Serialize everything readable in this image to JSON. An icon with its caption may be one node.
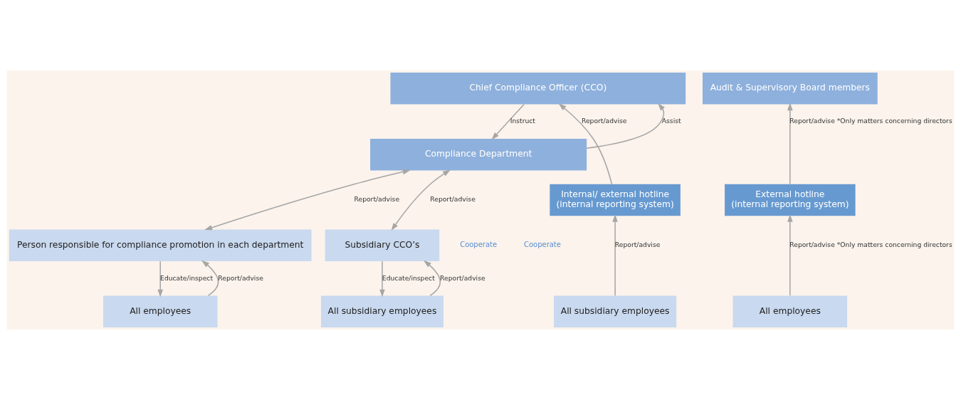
{
  "diagram": {
    "nodes": [
      {
        "text": [
          "Chief Compliance Officer (CCO)"
        ]
      },
      {
        "text": [
          "Audit & Supervisory Board members"
        ]
      },
      {
        "text": [
          "Compliance Department"
        ]
      },
      {
        "text": [
          "Internal/ external hotline",
          "(internal reporting system)"
        ]
      },
      {
        "text": [
          "External hotline",
          "(internal reporting system)"
        ]
      },
      {
        "text": [
          "Person responsible for compliance promotion in each department"
        ]
      },
      {
        "text": [
          "Subsidiary CCO’s"
        ]
      },
      {
        "text": [
          "All employees"
        ]
      },
      {
        "text": [
          "All subsidiary employees"
        ]
      },
      {
        "text": [
          "All subsidiary employees"
        ]
      },
      {
        "text": [
          "All employees"
        ]
      }
    ],
    "edges": [
      {
        "from": 2,
        "to": 0,
        "arrow": "to",
        "label": "Assist"
      },
      {
        "from": 0,
        "to": 2,
        "arrow": "to",
        "label": "Instruct"
      },
      {
        "from": 3,
        "to": 0,
        "arrow": "to",
        "label": "Report/advise"
      },
      {
        "from": 4,
        "to": 1,
        "arrow": "to",
        "label": "Report/advise *Only matters concerning directors"
      },
      {
        "from": 2,
        "to": 5,
        "arrow": "both",
        "label": "Report/advise"
      },
      {
        "from": 2,
        "to": 6,
        "arrow": "both",
        "label": "Report/advise"
      },
      {
        "from": 7,
        "to": 5,
        "arrow": "to",
        "label": "Report/advise"
      },
      {
        "from": 5,
        "to": 7,
        "arrow": "to",
        "label": "Educate/inspect"
      },
      {
        "from": 8,
        "to": 6,
        "arrow": "to",
        "label": "Report/advise"
      },
      {
        "from": 6,
        "to": 8,
        "arrow": "to",
        "label": "Educate/inspect"
      },
      {
        "from": 9,
        "to": 3,
        "arrow": "to",
        "label": "Report/advise"
      },
      {
        "from": 10,
        "to": 4,
        "arrow": "to",
        "label": "Report/advise *Only matters concerning directors"
      }
    ],
    "labels": [
      "Cooperate",
      "Cooperate"
    ]
  }
}
